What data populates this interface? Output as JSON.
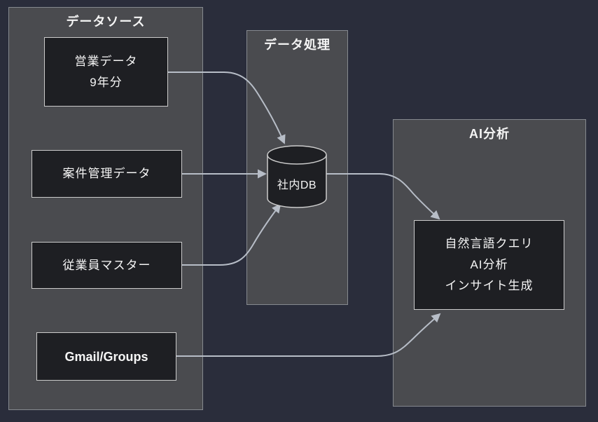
{
  "diagram": {
    "clusters": {
      "sources": {
        "title": "データソース"
      },
      "processing": {
        "title": "データ処理"
      },
      "analysis": {
        "title": "AI分析"
      }
    },
    "nodes": {
      "sales": {
        "line1": "営業データ",
        "line2": "9年分"
      },
      "projects": {
        "label": "案件管理データ"
      },
      "employees": {
        "label": "従業員マスター"
      },
      "gmail": {
        "label": "Gmail/Groups"
      },
      "db": {
        "label": "社内DB",
        "shape": "cylinder"
      },
      "ai": {
        "line1": "自然言語クエリ",
        "line2": "AI分析",
        "line3": "インサイト生成"
      }
    },
    "edges": [
      {
        "from": "sales",
        "to": "db"
      },
      {
        "from": "projects",
        "to": "db"
      },
      {
        "from": "employees",
        "to": "db"
      },
      {
        "from": "db",
        "to": "ai"
      },
      {
        "from": "gmail",
        "to": "ai"
      }
    ]
  },
  "colors": {
    "background": "#2a2d3b",
    "cluster_fill": "#4a4b4f",
    "cluster_border": "#85898f",
    "node_fill": "#1e1f23",
    "node_border": "#cbcbcb",
    "edge": "#b7bdc7",
    "text": "#f5f5f5"
  }
}
